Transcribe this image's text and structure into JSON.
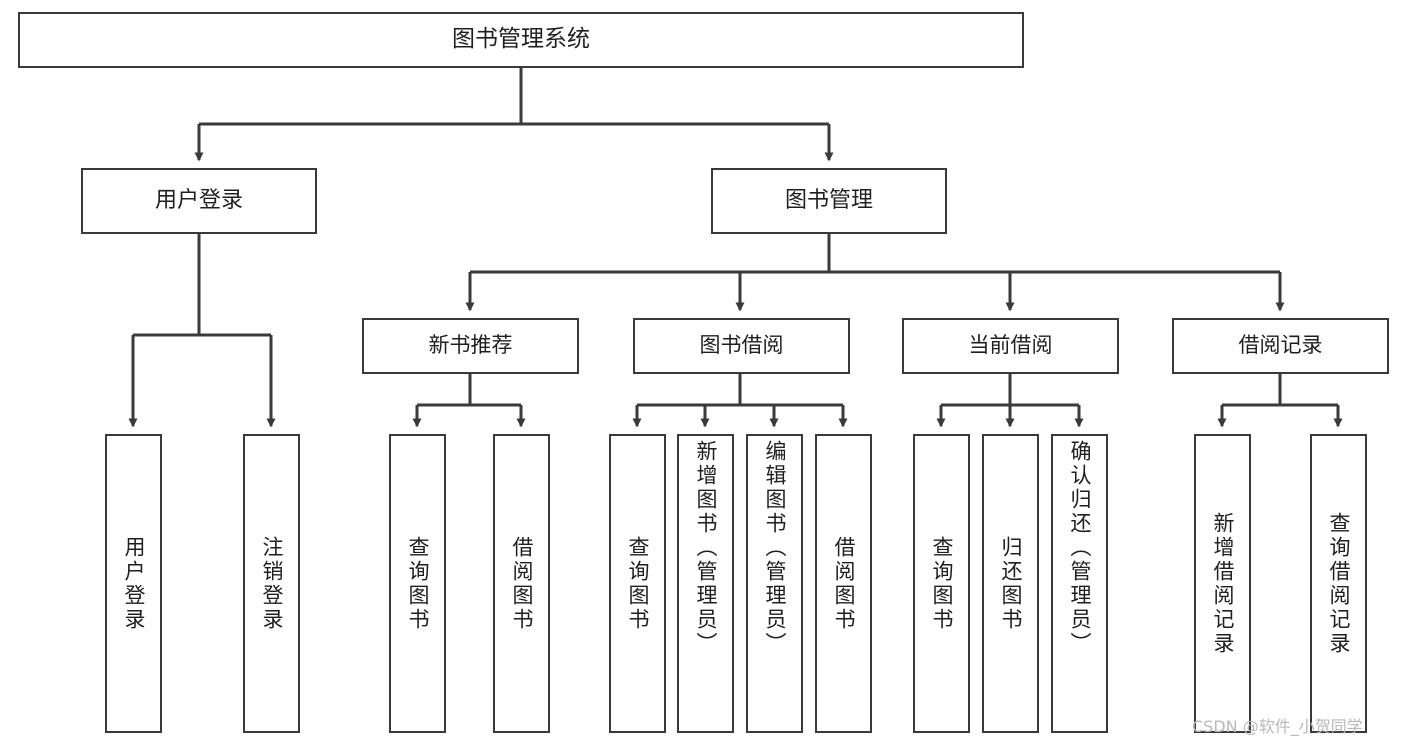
{
  "diagram": {
    "type": "tree-hierarchy-chart",
    "root": {
      "label": "图书管理系统"
    },
    "level2": [
      {
        "label": "用户登录"
      },
      {
        "label": "图书管理"
      }
    ],
    "level3": [
      {
        "label": "新书推荐"
      },
      {
        "label": "图书借阅"
      },
      {
        "label": "当前借阅"
      },
      {
        "label": "借阅记录"
      }
    ],
    "leaves": {
      "user_login": [
        {
          "label": "用户登录"
        },
        {
          "label": "注销登录"
        }
      ],
      "new_book_recommend": [
        {
          "label": "查询图书"
        },
        {
          "label": "借阅图书"
        }
      ],
      "book_borrow": [
        {
          "label": "查询图书"
        },
        {
          "label": "新增图书（管理员）"
        },
        {
          "label": "编辑图书（管理员）"
        },
        {
          "label": "借阅图书"
        }
      ],
      "current_borrow": [
        {
          "label": "查询图书"
        },
        {
          "label": "归还图书"
        },
        {
          "label": "确认归还（管理员）"
        }
      ],
      "borrow_record": [
        {
          "label": "新增借阅记录"
        },
        {
          "label": "查询借阅记录"
        }
      ]
    }
  },
  "watermark": {
    "text": "CSDN @软件_小贺同学"
  },
  "colors": {
    "stroke": "#3a3a3a",
    "background": "#ffffff",
    "text": "#1f1f1f",
    "watermark": "#b9b9b9"
  }
}
